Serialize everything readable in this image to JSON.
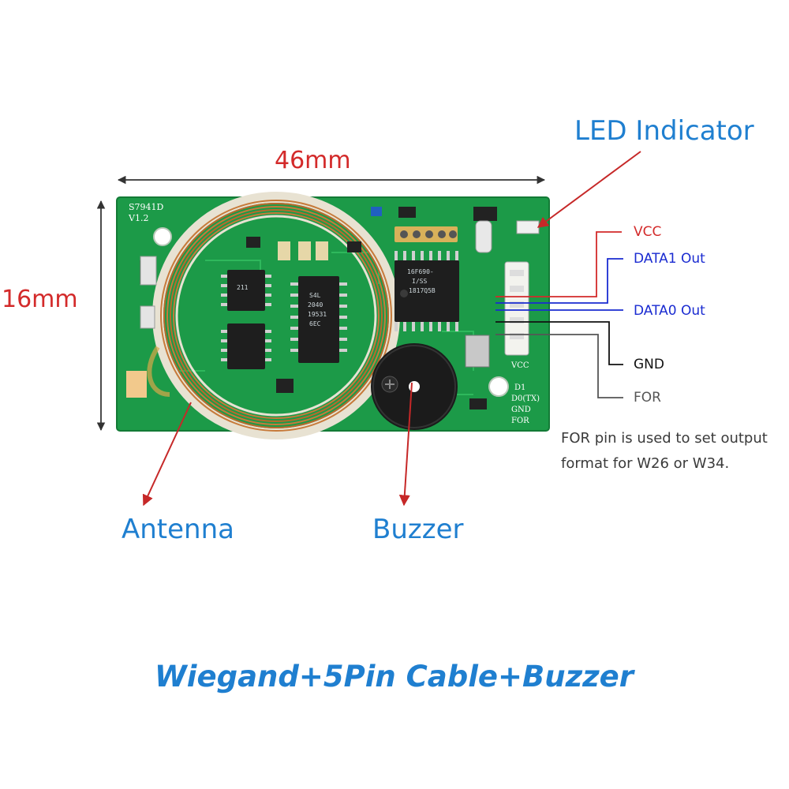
{
  "dimensions": {
    "width_label": "46mm",
    "height_label": "16mm"
  },
  "callouts": {
    "led": "LED Indicator",
    "antenna": "Antenna",
    "buzzer": "Buzzer"
  },
  "pins": [
    {
      "label": "VCC",
      "color": "#d32a2a"
    },
    {
      "label": "DATA1 Out",
      "color": "#1a2bd1"
    },
    {
      "label": "DATA0 Out",
      "color": "#1a2bd1"
    },
    {
      "label": "GND",
      "color": "#111111"
    },
    {
      "label": "FOR",
      "color": "#555555"
    }
  ],
  "note": {
    "line1": "FOR pin is used to set output",
    "line2": "format for W26 or W34."
  },
  "board": {
    "model": "S7941D",
    "version": "V1.2",
    "pin_silk": [
      "VCC",
      "D1",
      "D0(TX)",
      "GND",
      "FOR"
    ],
    "mcu_text": [
      "16F690-",
      "I/SS",
      "1817Q5B"
    ],
    "chip_left_text": "211",
    "chip_mid_text": [
      "S4L",
      "2040",
      "19531",
      "6EC"
    ],
    "pcb_color": "#1c9a48",
    "coil_color": "#c77a3a"
  },
  "title": "Wiegand+5Pin Cable+Buzzer"
}
